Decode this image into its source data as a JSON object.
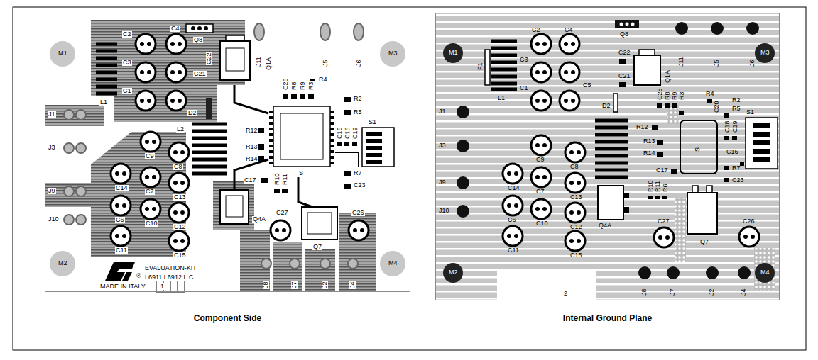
{
  "diagram": {
    "nodes": [
      {
        "text": [
          "Component Side"
        ]
      },
      {
        "text": [
          "Internal Ground Plane"
        ]
      }
    ],
    "labels": [
      "M1",
      "M3",
      "M2",
      "M4",
      "C2",
      "C4",
      "Q8",
      "C3",
      "C1",
      "L1",
      "C22",
      "C21",
      "Q1A",
      "J11",
      "J5",
      "J6",
      "D2",
      "L2",
      "C25",
      "R4",
      "R8",
      "R9",
      "R3",
      "R2",
      "R5",
      "S1",
      "R12",
      "R13",
      "R14",
      "C16",
      "C18",
      "C19",
      "C17",
      "R7",
      "C23",
      "S",
      "R10",
      "R11",
      "Q4A",
      "C27",
      "C26",
      "Q7",
      "J8",
      "J7",
      "J2",
      "J4",
      "J1",
      "J3",
      "J9",
      "J10",
      "C9",
      "C8",
      "C14",
      "C7",
      "C13",
      "C6",
      "C12",
      "C11",
      "C10",
      "C15",
      "EVALUATION-KIT",
      "L6911 L6912 L.C.",
      "MADE IN ITALY",
      "1",
      "®",
      "M1",
      "M3",
      "M2",
      "M4",
      "C2",
      "C4",
      "Q8",
      "C3",
      "F1",
      "C1",
      "L1",
      "C5",
      "C22",
      "C21",
      "D2",
      "Q1A",
      "J11",
      "J5",
      "J6",
      "C25",
      "R8",
      "R9",
      "R3",
      "R4",
      "C20",
      "R2",
      "R5",
      "S1",
      "R12",
      "R13",
      "R14",
      "C17",
      "C16",
      "C18",
      "C19",
      "R7",
      "C23",
      "S",
      "R10",
      "R11",
      "R6",
      "J1",
      "J3",
      "J9",
      "J10",
      "C9",
      "C8",
      "C14",
      "C7",
      "C13",
      "C6",
      "C12",
      "C11",
      "C10",
      "C15",
      "Q4A",
      "C27",
      "C26",
      "Q7",
      "J8",
      "J7",
      "J2",
      "J4",
      "2"
    ]
  }
}
